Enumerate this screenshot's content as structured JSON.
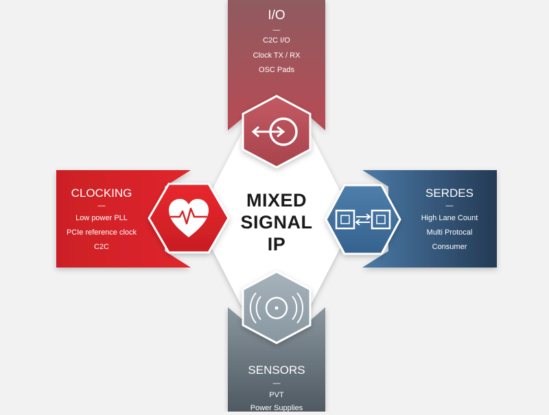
{
  "center": {
    "lines": [
      "MIXED",
      "SIGNAL",
      "IP"
    ]
  },
  "io": {
    "title": "I/O",
    "dash": "—",
    "items": [
      "C2C I/O",
      "Clock TX / RX",
      "OSC Pads"
    ],
    "icon": "arrow-circle-icon",
    "color": "#a5444d"
  },
  "clocking": {
    "title": "CLOCKING",
    "dash": "—",
    "items": [
      "Low power PLL",
      "PCIe reference clock",
      "C2C"
    ],
    "icon": "heart-pulse-icon",
    "color": "#d42227"
  },
  "serdes": {
    "title": "SERDES",
    "dash": "—",
    "items": [
      "High Lane Count",
      "Multi Protocal",
      "Consumer"
    ],
    "icon": "chip-link-icon",
    "color": "#3f6b95"
  },
  "sensors": {
    "title": "SENSORS",
    "dash": "—",
    "items": [
      "PVT",
      "Power Supplies"
    ],
    "icon": "sensor-waves-icon",
    "color": "#76858f"
  }
}
